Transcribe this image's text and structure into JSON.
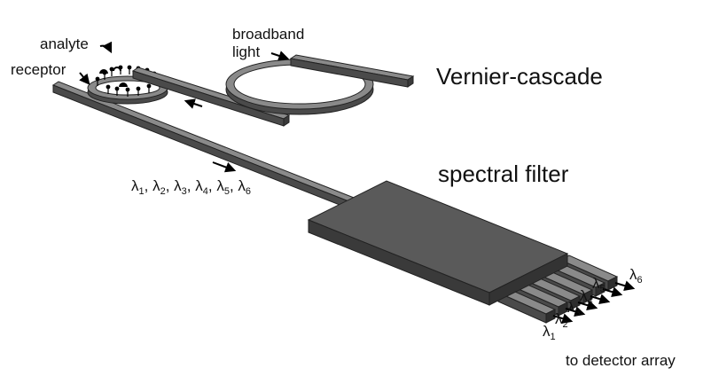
{
  "labels": {
    "analyte": "analyte",
    "receptor": "receptor",
    "broadband_light": [
      "broadband",
      "light"
    ],
    "vernier_cascade": "Vernier-cascade",
    "spectral_filter": "spectral filter",
    "to_detector_array": "to detector array"
  },
  "wavelengths": {
    "symbol": "λ",
    "sequence_separator": ", ",
    "indices": [
      "1",
      "2",
      "3",
      "4",
      "5",
      "6"
    ]
  },
  "colors": {
    "waveguide_top": "#8a8a8a",
    "waveguide_side": "#4a4a4a",
    "outline": "#222222",
    "slab_top": "#5a5a5a",
    "slab_side": "#3a3a3a",
    "arrow": "#000000",
    "text": "#111111"
  }
}
